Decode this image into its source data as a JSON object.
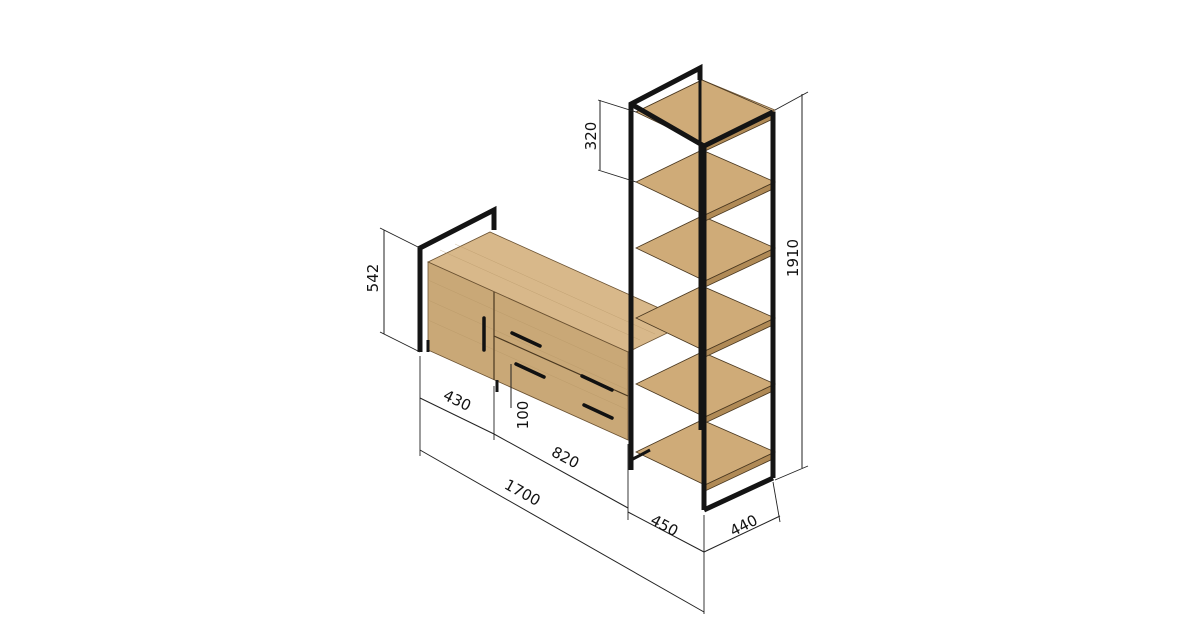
{
  "drawing": {
    "colors": {
      "wood_top": "#d8b88a",
      "wood_front": "#c9a877",
      "wood_side": "#b8935f",
      "metal_frame": "#141414",
      "dimension_lines": "#222222"
    },
    "dimensions": {
      "tower_height": "1910",
      "shelf_spacing": "320",
      "cabinet_height": "542",
      "door_width": "430",
      "drawer_gap": "100",
      "drawers_width": "820",
      "total_width": "1700",
      "tower_width": "450",
      "depth": "440"
    }
  }
}
